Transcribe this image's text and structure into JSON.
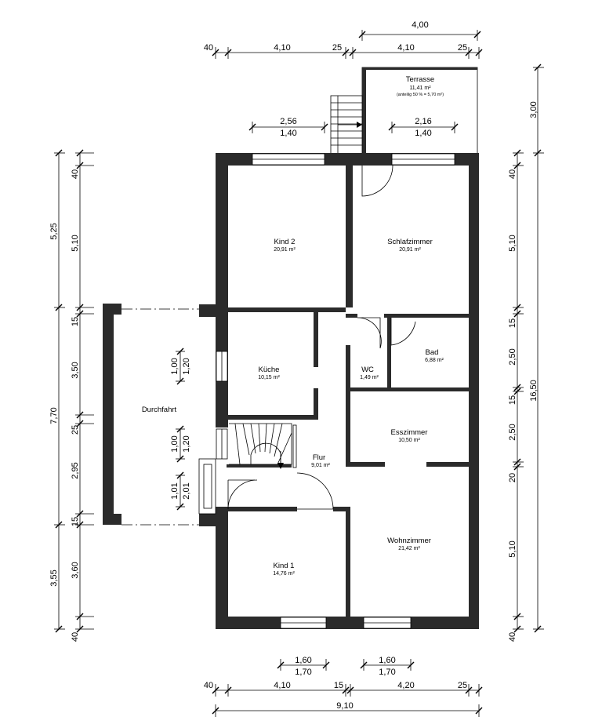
{
  "rooms": {
    "terrasse": {
      "name": "Terrasse",
      "area": "11,41 m²",
      "note": "(anteilig 50 % = 5,70 m²)"
    },
    "kind2": {
      "name": "Kind 2",
      "area": "20,91 m²"
    },
    "schlafzimmer": {
      "name": "Schlafzimmer",
      "area": "20,91 m²"
    },
    "kueche": {
      "name": "Küche",
      "area": "10,15 m²"
    },
    "wc": {
      "name": "WC",
      "area": "1,49 m²"
    },
    "bad": {
      "name": "Bad",
      "area": "6,88 m²"
    },
    "durchfahrt": {
      "name": "Durchfahrt"
    },
    "esszimmer": {
      "name": "Esszimmer",
      "area": "10,50 m²"
    },
    "flur": {
      "name": "Flur",
      "area": "9,01 m²"
    },
    "wohnzimmer": {
      "name": "Wohnzimmer",
      "area": "21,42 m²"
    },
    "kind1": {
      "name": "Kind 1",
      "area": "14,76 m²"
    }
  },
  "dims": {
    "top_total": "4,00",
    "top_a": "40",
    "top_b": "4,10",
    "top_c": "25",
    "top_d": "4,10",
    "top_e": "25",
    "win_top_left_1": "2,56",
    "win_top_left_2": "1,40",
    "win_top_right_1": "2,16",
    "win_top_right_2": "1,40",
    "right_terrace": "3,00",
    "right_a": "40",
    "right_b": "5,10",
    "right_c": "15",
    "right_d": "2,50",
    "right_e": "15",
    "right_f": "2,50",
    "right_g": "20",
    "right_h": "5,10",
    "right_i": "40",
    "right_total": "16,50",
    "left_outer_1": "5,25",
    "left_outer_2": "7,70",
    "left_outer_3": "3,55",
    "left_a": "40",
    "left_b": "5,10",
    "left_c": "15",
    "left_d": "3,50",
    "left_e": "25",
    "left_f": "2,95",
    "left_g": "15",
    "left_h": "3,60",
    "left_i": "40",
    "win_left_1a": "1,00",
    "win_left_1b": "1,20",
    "win_left_2a": "1,00",
    "win_left_2b": "1,20",
    "win_left_3a": "1,01",
    "win_left_3b": "2,01",
    "win_bot_left_1": "1,60",
    "win_bot_left_2": "1,70",
    "win_bot_right_1": "1,60",
    "win_bot_right_2": "1,70",
    "bot_a": "40",
    "bot_b": "4,10",
    "bot_c": "15",
    "bot_d": "4,20",
    "bot_e": "25",
    "bot_total": "9,10"
  }
}
